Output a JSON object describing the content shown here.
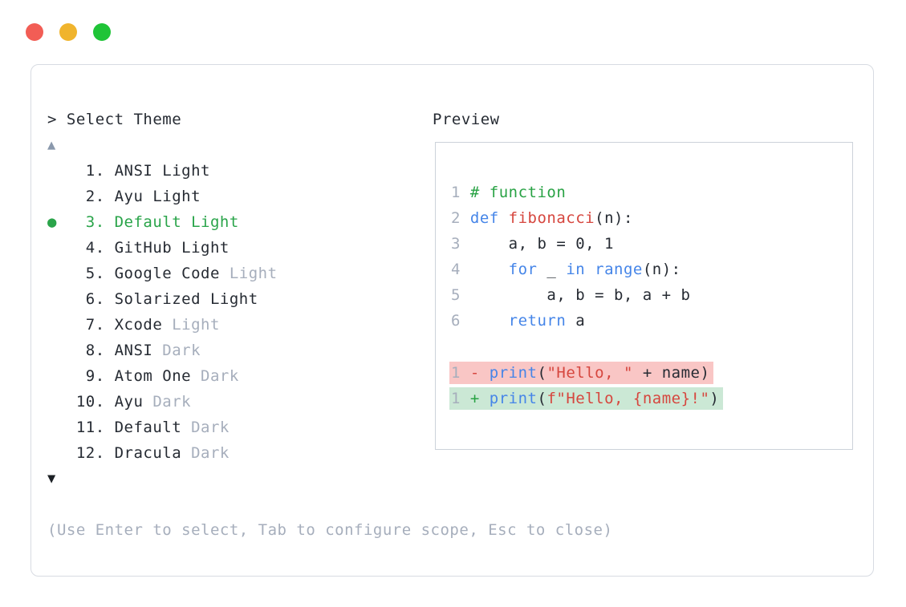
{
  "window": {
    "controls": [
      {
        "name": "close",
        "color": "#f25d55"
      },
      {
        "name": "minimize",
        "color": "#f0b42d"
      },
      {
        "name": "zoom",
        "color": "#1fc437"
      }
    ]
  },
  "selector": {
    "prompt": "> Select Theme",
    "scroll_up_indicator": "▲",
    "scroll_down_indicator": "▼",
    "selected_bullet": "●",
    "items": [
      {
        "number": 1,
        "name": "ANSI",
        "variant": "Light",
        "muted_variant": false,
        "selected": false
      },
      {
        "number": 2,
        "name": "Ayu",
        "variant": "Light",
        "muted_variant": false,
        "selected": false
      },
      {
        "number": 3,
        "name": "Default",
        "variant": "Light",
        "muted_variant": false,
        "selected": true
      },
      {
        "number": 4,
        "name": "GitHub",
        "variant": "Light",
        "muted_variant": false,
        "selected": false
      },
      {
        "number": 5,
        "name": "Google Code",
        "variant": "Light",
        "muted_variant": true,
        "selected": false
      },
      {
        "number": 6,
        "name": "Solarized",
        "variant": "Light",
        "muted_variant": false,
        "selected": false
      },
      {
        "number": 7,
        "name": "Xcode",
        "variant": "Light",
        "muted_variant": true,
        "selected": false
      },
      {
        "number": 8,
        "name": "ANSI",
        "variant": "Dark",
        "muted_variant": true,
        "selected": false
      },
      {
        "number": 9,
        "name": "Atom One",
        "variant": "Dark",
        "muted_variant": true,
        "selected": false
      },
      {
        "number": 10,
        "name": "Ayu",
        "variant": "Dark",
        "muted_variant": true,
        "selected": false
      },
      {
        "number": 11,
        "name": "Default",
        "variant": "Dark",
        "muted_variant": true,
        "selected": false
      },
      {
        "number": 12,
        "name": "Dracula",
        "variant": "Dark",
        "muted_variant": true,
        "selected": false
      }
    ],
    "hint": "(Use Enter to select, Tab to configure scope, Esc to close)"
  },
  "preview": {
    "label": "Preview",
    "lines": [
      {
        "bg": null,
        "tokens": [
          {
            "t": "1 ",
            "c": "num"
          },
          {
            "t": "# function",
            "c": "com"
          }
        ]
      },
      {
        "bg": null,
        "tokens": [
          {
            "t": "2 ",
            "c": "num"
          },
          {
            "t": "def",
            "c": "kw"
          },
          {
            "t": " ",
            "c": "txt"
          },
          {
            "t": "fibonacci",
            "c": "fn"
          },
          {
            "t": "(n):",
            "c": "txt"
          }
        ]
      },
      {
        "bg": null,
        "tokens": [
          {
            "t": "3 ",
            "c": "num"
          },
          {
            "t": "    a, b = 0, 1",
            "c": "txt"
          }
        ]
      },
      {
        "bg": null,
        "tokens": [
          {
            "t": "4 ",
            "c": "num"
          },
          {
            "t": "    ",
            "c": "txt"
          },
          {
            "t": "for",
            "c": "kw"
          },
          {
            "t": " _ ",
            "c": "txt"
          },
          {
            "t": "in",
            "c": "kw"
          },
          {
            "t": " ",
            "c": "txt"
          },
          {
            "t": "range",
            "c": "kw"
          },
          {
            "t": "(n):",
            "c": "txt"
          }
        ]
      },
      {
        "bg": null,
        "tokens": [
          {
            "t": "5 ",
            "c": "num"
          },
          {
            "t": "        a, b = b, a + b",
            "c": "txt"
          }
        ]
      },
      {
        "bg": null,
        "tokens": [
          {
            "t": "6 ",
            "c": "num"
          },
          {
            "t": "    ",
            "c": "txt"
          },
          {
            "t": "return",
            "c": "kw"
          },
          {
            "t": " a",
            "c": "txt"
          }
        ]
      },
      {
        "bg": null,
        "tokens": []
      },
      {
        "bg": "removed",
        "tokens": [
          {
            "t": "1 ",
            "c": "num"
          },
          {
            "t": "- ",
            "c": "del"
          },
          {
            "t": "print",
            "c": "kw"
          },
          {
            "t": "(",
            "c": "txt"
          },
          {
            "t": "\"Hello, \"",
            "c": "str"
          },
          {
            "t": " + name)",
            "c": "txt"
          }
        ]
      },
      {
        "bg": "added",
        "tokens": [
          {
            "t": "1 ",
            "c": "num"
          },
          {
            "t": "+ ",
            "c": "ins"
          },
          {
            "t": "print",
            "c": "kw"
          },
          {
            "t": "(",
            "c": "txt"
          },
          {
            "t": "f\"Hello, {name}!\"",
            "c": "str"
          },
          {
            "t": ")",
            "c": "txt"
          }
        ]
      }
    ]
  },
  "colors": {
    "accent_green": "#2aa44a",
    "text": "#262b33",
    "muted": "#a6aebc",
    "keyword_blue": "#4585e8",
    "function_red": "#d6463e",
    "string_red": "#d6463e",
    "comment_green": "#28a244",
    "diff_removed_bg": "#f9c6c5",
    "diff_added_bg": "#cbe8d5",
    "panel_border": "#d7dbe2",
    "preview_border": "#ccd2da",
    "scroll_up_color": "#8a98ac",
    "scroll_down_color": "#1c2025",
    "traffic_red": "#f25d55",
    "traffic_yellow": "#f0b42d",
    "traffic_green": "#1fc437"
  }
}
